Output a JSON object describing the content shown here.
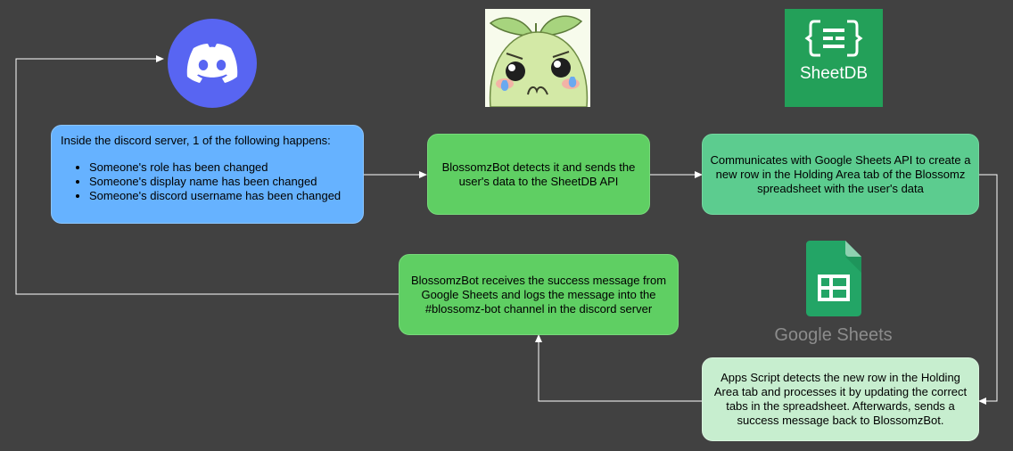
{
  "colors": {
    "background": "#414141",
    "box_blue": "#66b2ff",
    "box_green": "#5fcf63",
    "box_teal": "#5ccc8f",
    "box_mint": "#c7eecf",
    "connector": "#ffffff",
    "discord_brand": "#5865f2",
    "sheetdb_brand": "#23a059",
    "google_sheets_brand": "#23a566"
  },
  "logos": {
    "discord": {
      "icon": "discord-icon"
    },
    "mascot": {
      "icon": "crying-sprout-mascot-icon"
    },
    "sheetdb": {
      "icon": "sheetdb-icon",
      "label": "SheetDB"
    },
    "google_sheets": {
      "icon": "google-sheets-icon",
      "label": "Google Sheets"
    }
  },
  "nodes": {
    "discord_event": {
      "intro": "Inside the discord server, 1 of the following happens:",
      "bullets": [
        "Someone's role has been changed",
        "Someone's display name has been changed",
        "Someone's discord username has been changed"
      ]
    },
    "bot_detects": {
      "text": "BlossomzBot detects it and sends the user's data to the SheetDB API"
    },
    "sheetdb_communicates": {
      "text": "Communicates with Google Sheets API to create a new row in the Holding Area tab of the Blossomz spreadsheet with the user's data"
    },
    "apps_script": {
      "text": "Apps Script detects the new row in the Holding Area tab and processes it by updating the correct tabs in the spreadsheet. Afterwards, sends a success message back to BlossomzBot."
    },
    "bot_receives": {
      "text": "BlossomzBot receives the success message from Google Sheets and logs the message into the #blossomz-bot channel in the discord server"
    }
  }
}
